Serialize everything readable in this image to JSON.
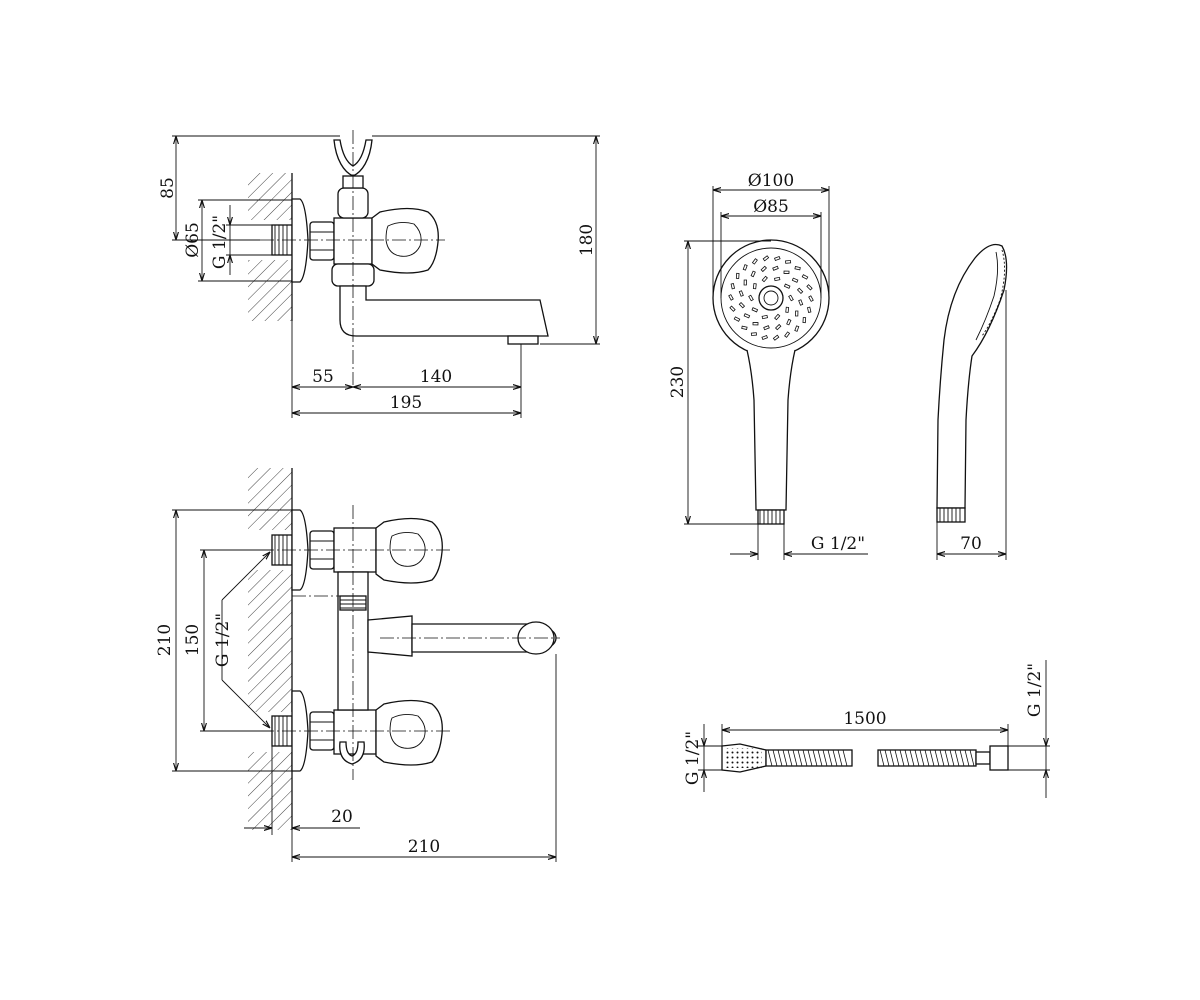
{
  "dimensions": {
    "top_view": {
      "height_85": "85",
      "diameter_65": "Ø65",
      "thread": "G 1/2\"",
      "height_180": "180",
      "width_55": "55",
      "width_140": "140",
      "width_195": "195"
    },
    "front_view": {
      "height_210": "210",
      "height_150": "150",
      "thread": "G 1/2\"",
      "width_20": "20",
      "width_210": "210"
    },
    "shower_head": {
      "diameter_100": "Ø100",
      "diameter_85": "Ø85",
      "length_230": "230",
      "thread": "G 1/2\"",
      "depth_70": "70"
    },
    "hose": {
      "length_1500": "1500",
      "thread_left": "G 1/2\"",
      "thread_right": "G 1/2\""
    }
  }
}
